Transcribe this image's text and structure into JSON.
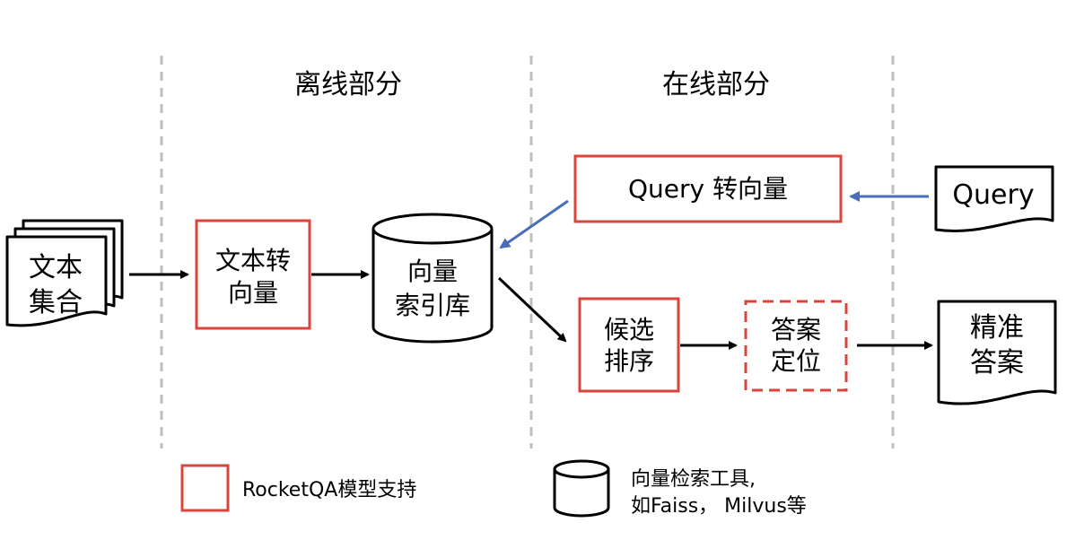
{
  "sections": {
    "offline": "离线部分",
    "online": "在线部分"
  },
  "nodes": {
    "text_collection": [
      "文本",
      "集合"
    ],
    "text_to_vector": [
      "文本转",
      "向量"
    ],
    "vector_index": [
      "向量",
      "索引库"
    ],
    "query_to_vector": "Query 转向量",
    "query": "Query",
    "candidate_ranking": [
      "候选",
      "排序"
    ],
    "answer_locating": [
      "答案",
      "定位"
    ],
    "precise_answer": [
      "精准",
      "答案"
    ]
  },
  "legend": {
    "model_support": "RocketQA模型支持",
    "retrieval_tools": [
      "向量检索工具,",
      "如Faiss， Milvus等"
    ]
  },
  "colors": {
    "red": "#d9453a",
    "blue": "#4a6dbb",
    "divider": "#bfbfbf"
  }
}
